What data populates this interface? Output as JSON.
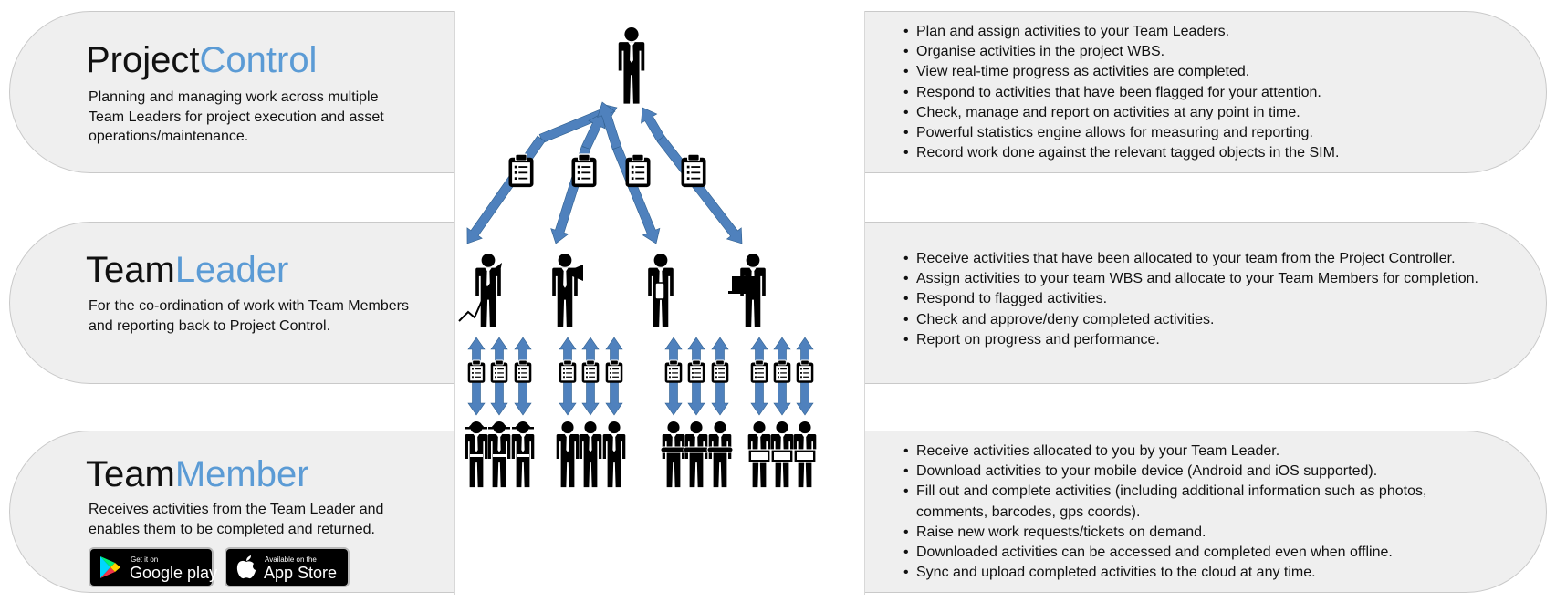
{
  "colors": {
    "accent": "#5b9bd5",
    "arrow": "#4f81bd",
    "band": "#efefef",
    "figure": "#000000"
  },
  "roles": [
    {
      "title_main": "Project",
      "title_accent": "Control",
      "description": [
        "Planning and managing work across multiple",
        "Team Leaders for project execution and asset",
        "operations/maintenance."
      ],
      "bullets": [
        "Plan and assign activities to your Team Leaders.",
        "Organise activities in the project WBS.",
        "View real-time progress as activities are completed.",
        "Respond to activities that have been flagged for your attention.",
        "Check, manage and report on activities at any point in time.",
        "Powerful statistics engine allows for measuring and reporting.",
        "Record work done against the relevant tagged objects in the SIM."
      ]
    },
    {
      "title_main": "Team",
      "title_accent": "Leader",
      "description": [
        "For the co-ordination of work with Team Members",
        "and reporting back to Project Control."
      ],
      "bullets": [
        "Receive activities that have been allocated to your team from the Project Controller.",
        "Assign activities to your team WBS and allocate to your Team Members for completion.",
        "Respond to flagged activities.",
        "Check and approve/deny completed activities.",
        "Report on progress and performance."
      ]
    },
    {
      "title_main": "Team",
      "title_accent": "Member",
      "description": [
        "Receives activities from the Team Leader and",
        "enables them to be completed and returned."
      ],
      "bullets": [
        "Receive activities allocated to you by your Team Leader.",
        "Download activities to your mobile device (Android and iOS supported).",
        "Fill out and complete activities (including additional information such as photos,",
        "comments, barcodes, gps coords).",
        "Raise new work requests/tickets on demand.",
        "Downloaded activities can be accessed and completed even when offline.",
        "Sync and upload completed activities to the cloud at any time."
      ]
    }
  ],
  "stores": {
    "google": {
      "small": "Get it on",
      "big": "Google play",
      "icon": "play-triangle-icon"
    },
    "apple": {
      "small": "Available on the",
      "big": "App Store",
      "icon": "apple-icon"
    }
  }
}
